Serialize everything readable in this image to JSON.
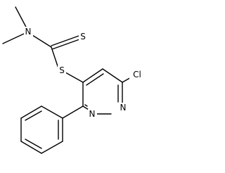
{
  "molecule": {
    "atoms": {
      "n_dimethyl": "N",
      "thione_s": "S",
      "thioether_s": "S",
      "ring_n2": "N",
      "ring_n1": "N",
      "chloro": "Cl"
    }
  },
  "colors": {
    "bond": "#000000",
    "label": "#000000",
    "background": "#ffffff"
  }
}
